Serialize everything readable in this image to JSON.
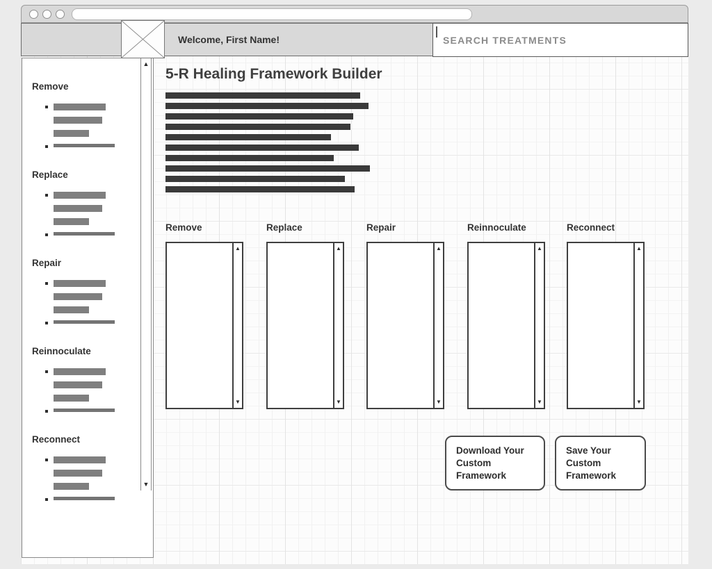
{
  "browser": {
    "url_value": "",
    "window_control_names": [
      "window-button-1",
      "window-button-2",
      "window-button-3"
    ]
  },
  "header": {
    "welcome_text": "Welcome, First Name!",
    "search_placeholder": "SEARCH TREATMENTS"
  },
  "sidebar": {
    "sections": [
      {
        "label": "Remove",
        "item_bar_widths": [
          75,
          70,
          51
        ],
        "link_bar_width": 88
      },
      {
        "label": "Replace",
        "item_bar_widths": [
          75,
          70,
          51
        ],
        "link_bar_width": 88
      },
      {
        "label": "Repair",
        "item_bar_widths": [
          75,
          70,
          51
        ],
        "link_bar_width": 88
      },
      {
        "label": "Reinnoculate",
        "item_bar_widths": [
          75,
          70,
          51
        ],
        "link_bar_width": 88
      },
      {
        "label": "Reconnect",
        "item_bar_widths": [
          75,
          70,
          51
        ],
        "link_bar_width": 88
      }
    ]
  },
  "main": {
    "title": "5-R Healing Framework Builder",
    "intro_bar_widths": [
      280,
      292,
      270,
      266,
      238,
      278,
      242,
      294,
      258,
      272
    ],
    "columns": [
      {
        "label": "Remove"
      },
      {
        "label": "Replace"
      },
      {
        "label": "Repair"
      },
      {
        "label": "Reinnoculate"
      },
      {
        "label": "Reconnect"
      }
    ],
    "download_button_label": "Download Your Custom Framework",
    "save_button_label": "Save Your Custom Framework"
  },
  "colors": {
    "chrome_bg": "#d8d8d8",
    "header_bg": "#d9d9d9",
    "sidebar_bar_gray": "#7f7f7f",
    "intro_bar_dark": "#3a3a3a",
    "text_dark": "#333333",
    "placeholder_gray": "#8b8b8b"
  }
}
